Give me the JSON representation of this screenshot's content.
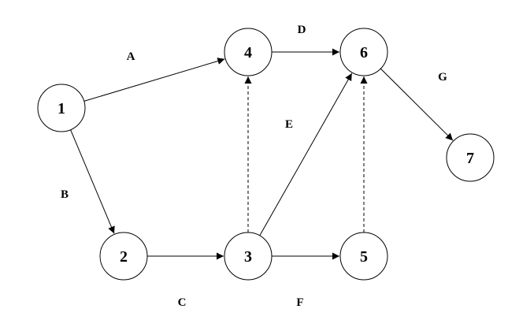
{
  "diagram": {
    "nodes": [
      {
        "id": "1",
        "label": "1"
      },
      {
        "id": "2",
        "label": "2"
      },
      {
        "id": "3",
        "label": "3"
      },
      {
        "id": "4",
        "label": "4"
      },
      {
        "id": "5",
        "label": "5"
      },
      {
        "id": "6",
        "label": "6"
      },
      {
        "id": "7",
        "label": "7"
      }
    ],
    "edges": [
      {
        "from": "1",
        "to": "4",
        "label": "A",
        "style": "solid"
      },
      {
        "from": "1",
        "to": "2",
        "label": "B",
        "style": "solid"
      },
      {
        "from": "2",
        "to": "3",
        "label": "C",
        "style": "solid"
      },
      {
        "from": "4",
        "to": "6",
        "label": "D",
        "style": "solid"
      },
      {
        "from": "3",
        "to": "6",
        "label": "E",
        "style": "solid"
      },
      {
        "from": "3",
        "to": "5",
        "label": "F",
        "style": "solid"
      },
      {
        "from": "6",
        "to": "7",
        "label": "G",
        "style": "solid"
      },
      {
        "from": "3",
        "to": "4",
        "label": "",
        "style": "dashed"
      },
      {
        "from": "5",
        "to": "6",
        "label": "",
        "style": "dashed"
      }
    ]
  }
}
